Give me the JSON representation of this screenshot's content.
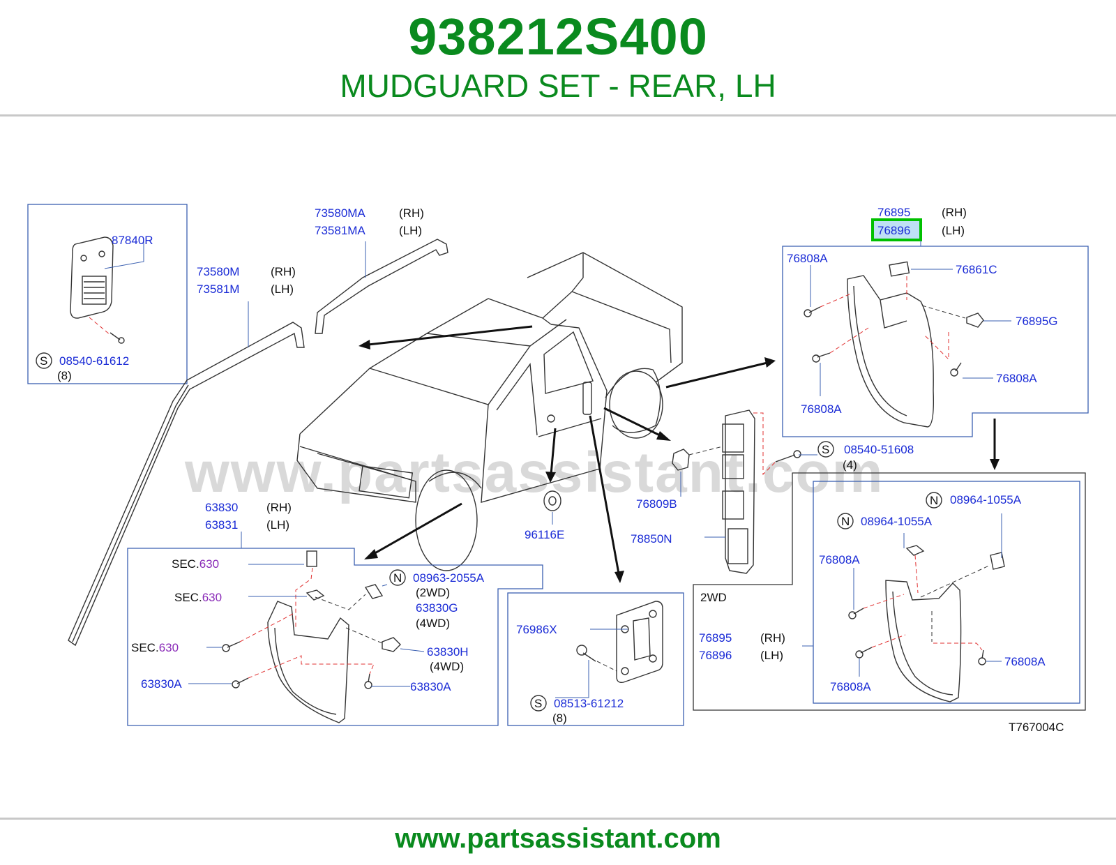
{
  "header": {
    "part_number": "938212S400",
    "description": "MUDGUARD SET - REAR, LH"
  },
  "footer": {
    "site": "www.partsassistant.com"
  },
  "diagram": {
    "watermark": "www.partsassistant.com",
    "figure_code": "T767004C",
    "labels": {
      "p87840R": "87840R",
      "s0854061612": "08540-61612",
      "qty8a": "(8)",
      "p73580MA": "73580MA",
      "p73581MA": "73581MA",
      "rh1": "(RH)",
      "lh1": "(LH)",
      "p73580M": "73580M",
      "p73581M": "73581M",
      "rh2": "(RH)",
      "lh2": "(LH)",
      "p76895top": "76895",
      "p76896top": "76896",
      "rh3": "(RH)",
      "lh3": "(LH)",
      "p76808A_1": "76808A",
      "p76861C": "76861C",
      "p76895G": "76895G",
      "p76808A_2": "76808A",
      "p76808A_3": "76808A",
      "s0854051608": "08540-51608",
      "qty4": "(4)",
      "p76809B": "76809B",
      "p78850N": "78850N",
      "p96116E": "96116E",
      "p63830": "63830",
      "p63831": "63831",
      "rh4": "(RH)",
      "lh4": "(LH)",
      "sec_prefix_1": "SEC.",
      "sec_num_1": "630",
      "sec_prefix_2": "SEC.",
      "sec_num_2": "630",
      "sec_prefix_3": "SEC.",
      "sec_num_3": "630",
      "n0896320555A": "08963-2055A",
      "note2wd_a": "(2WD)",
      "p63830G": "63830G",
      "note4wd_a": "(4WD)",
      "p63830H": "63830H",
      "note4wd_b": "(4WD)",
      "p63830A_1": "63830A",
      "p63830A_2": "63830A",
      "p76986X": "76986X",
      "s0851361212": "08513-61212",
      "qty8b": "(8)",
      "n089641055A_1": "08964-1055A",
      "n089641055A_2": "08964-1055A",
      "box2wd": "2WD",
      "p76808A_4": "76808A",
      "p76895bot": "76895",
      "p76896bot": "76896",
      "rh5": "(RH)",
      "lh5": "(LH)",
      "p76808A_5": "76808A",
      "p76808A_6": "76808A",
      "sym_s": "S",
      "sym_n": "N"
    }
  }
}
